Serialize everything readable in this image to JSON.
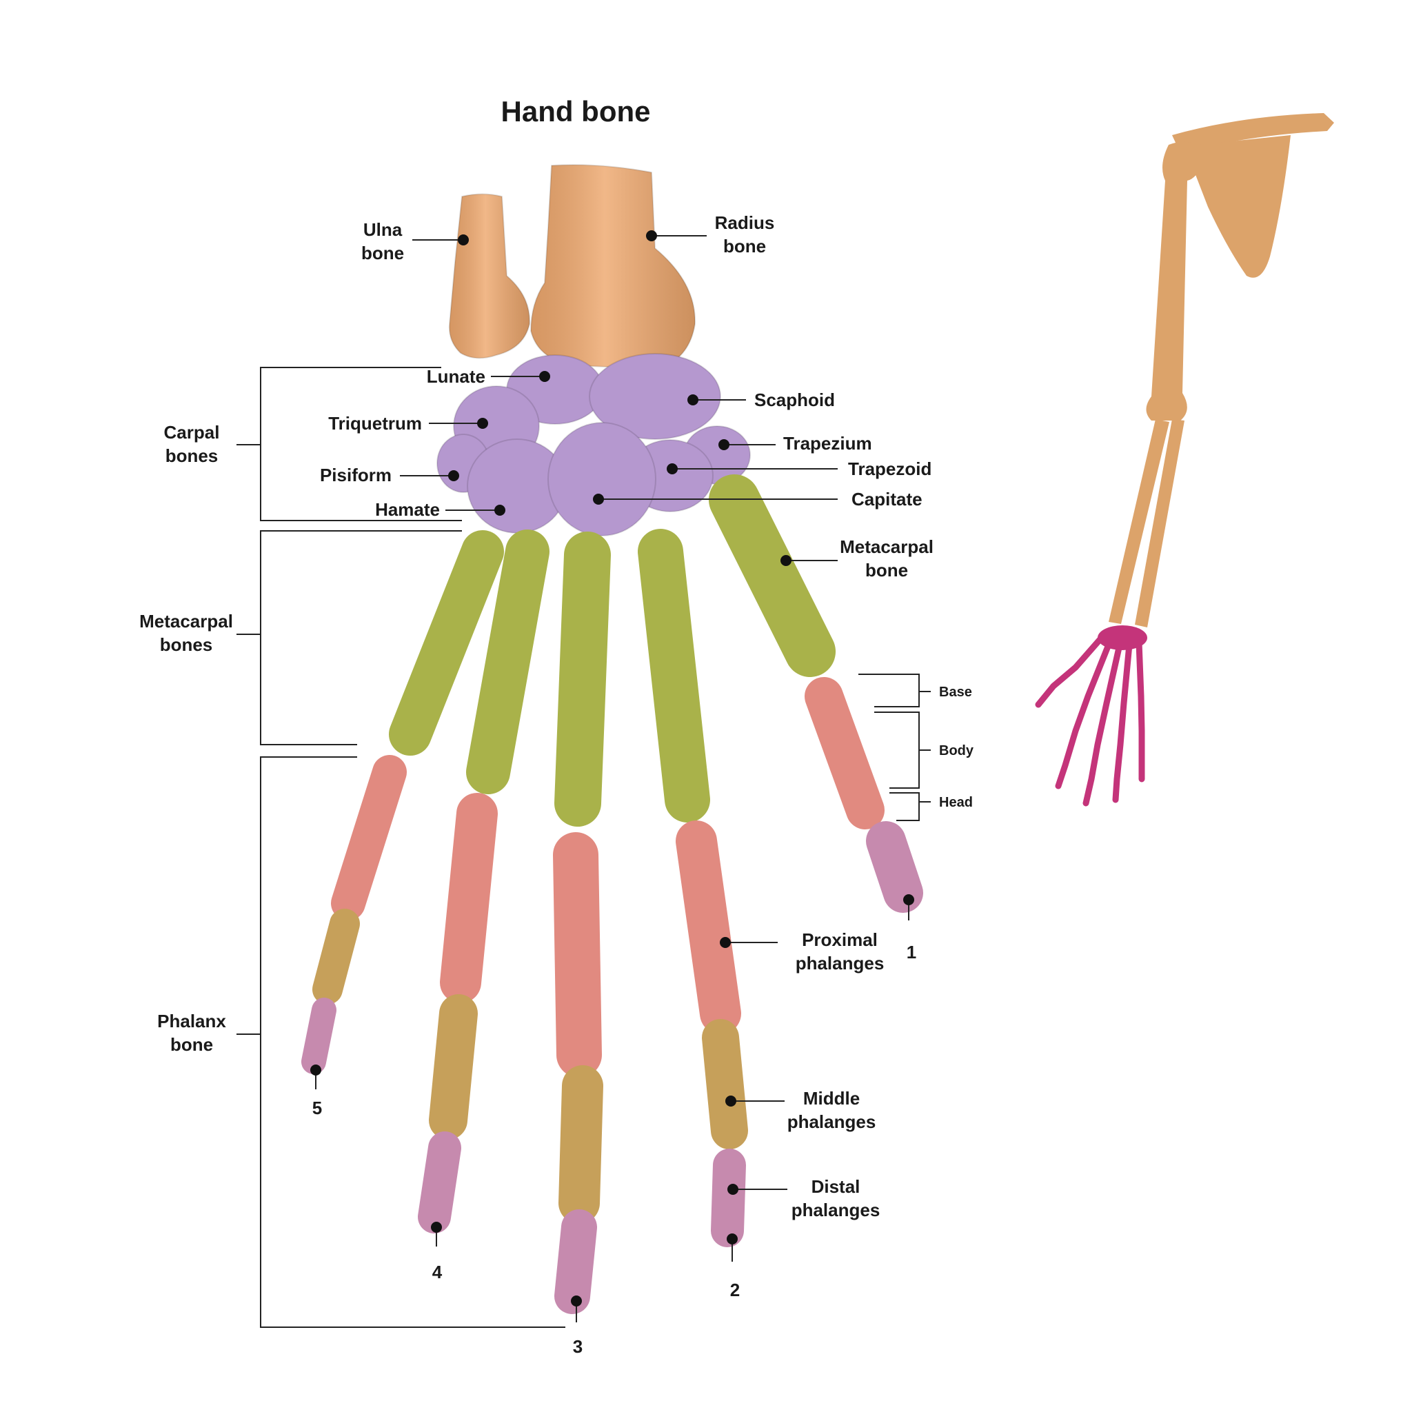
{
  "title": "Hand  bone",
  "colors": {
    "forearm": "#eea86e",
    "carpal": "#b598cf",
    "metacarpal": "#a9b24a",
    "proximal": "#e18a80",
    "middle": "#c6a05a",
    "distal": "#c68aae",
    "arm": "#dca36a",
    "arm_hand": "#c4347a"
  },
  "labels": {
    "ulna": [
      "Ulna",
      "bone"
    ],
    "radius": [
      "Radius",
      "bone"
    ],
    "lunate": "Lunate",
    "scaphoid": "Scaphoid",
    "triquetrum": "Triquetrum",
    "trapezium": "Trapezium",
    "pisiform": "Pisiform",
    "trapezoid": "Trapezoid",
    "hamate": "Hamate",
    "capitate": "Capitate",
    "metacarpal_bone": [
      "Metacarpal",
      "bone"
    ],
    "proximal": [
      "Proximal",
      "phalanges"
    ],
    "middle": [
      "Middle",
      "phalanges"
    ],
    "distal": [
      "Distal",
      "phalanges"
    ]
  },
  "groups": {
    "carpal": [
      "Carpal",
      "bones"
    ],
    "metacarpal": [
      "Metacarpal",
      "bones"
    ],
    "phalanx": [
      "Phalanx",
      "bone"
    ]
  },
  "parts": {
    "base": "Base",
    "body": "Body",
    "head": "Head"
  },
  "digits": [
    "1",
    "2",
    "3",
    "4",
    "5"
  ]
}
